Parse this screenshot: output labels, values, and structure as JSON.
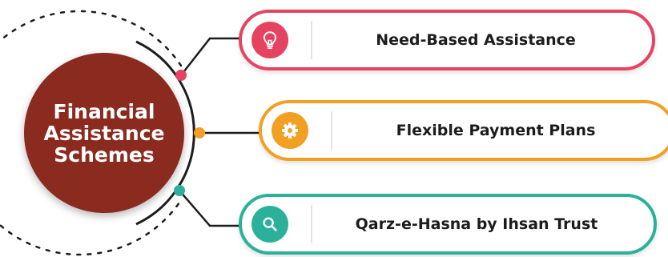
{
  "hub": {
    "title": "Financial\nAssistance\nSchemes",
    "color": "#8b2a1f"
  },
  "items": [
    {
      "label": "Need-Based Assistance",
      "icon": "lightbulb-icon",
      "color": "#e54360"
    },
    {
      "label": "Flexible Payment Plans",
      "icon": "gear-icon",
      "color": "#f2a024"
    },
    {
      "label": "Qarz-e-Hasna by Ihsan Trust",
      "icon": "search-icon",
      "color": "#2bb19a"
    }
  ]
}
